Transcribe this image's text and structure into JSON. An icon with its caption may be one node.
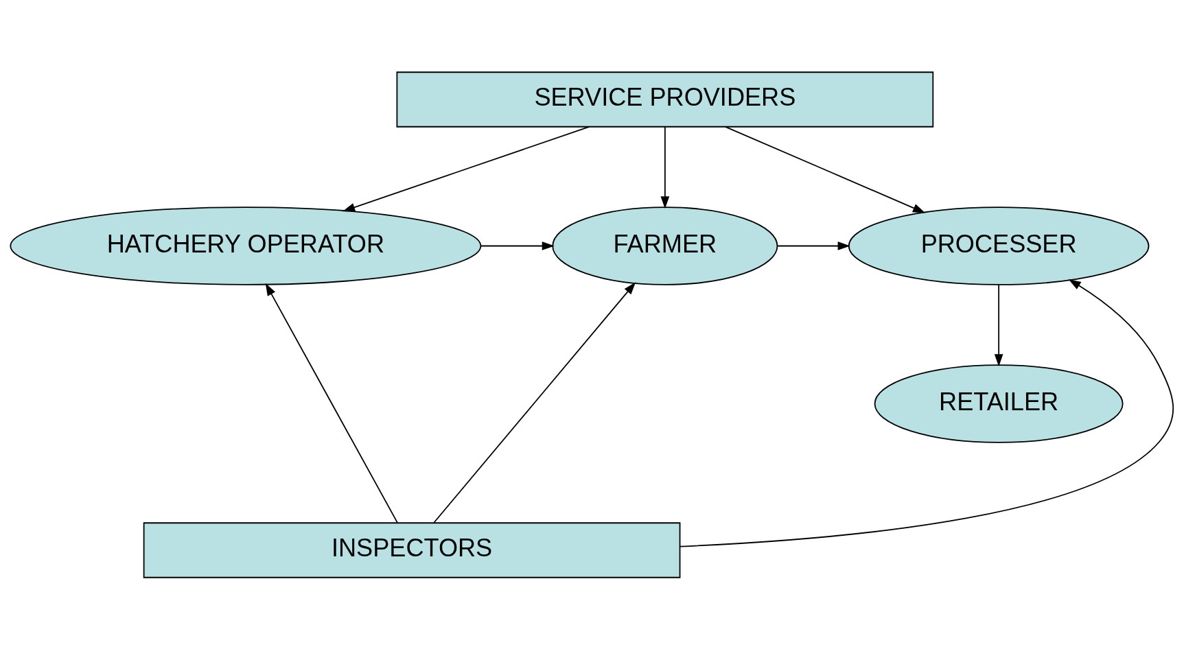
{
  "diagram": {
    "nodes": [
      {
        "text": [
          "SERVICE PROVIDERS"
        ]
      },
      {
        "text": [
          "HATCHERY OPERATOR"
        ]
      },
      {
        "text": [
          "FARMER"
        ]
      },
      {
        "text": [
          "PROCESSER"
        ]
      },
      {
        "text": [
          "INSPECTORS"
        ]
      },
      {
        "text": [
          "RETAILER"
        ]
      }
    ],
    "edges": [
      {
        "from": 0,
        "to": 1,
        "arrow": "to"
      },
      {
        "from": 0,
        "to": 2,
        "arrow": "to"
      },
      {
        "from": 0,
        "to": 3,
        "arrow": "to"
      },
      {
        "from": 1,
        "to": 2,
        "arrow": "to"
      },
      {
        "from": 2,
        "to": 3,
        "arrow": "to"
      },
      {
        "from": 4,
        "to": 1,
        "arrow": "to"
      },
      {
        "from": 4,
        "to": 2,
        "arrow": "to"
      },
      {
        "from": 4,
        "to": 3,
        "arrow": "to"
      },
      {
        "from": 3,
        "to": 5,
        "arrow": "to"
      }
    ]
  }
}
